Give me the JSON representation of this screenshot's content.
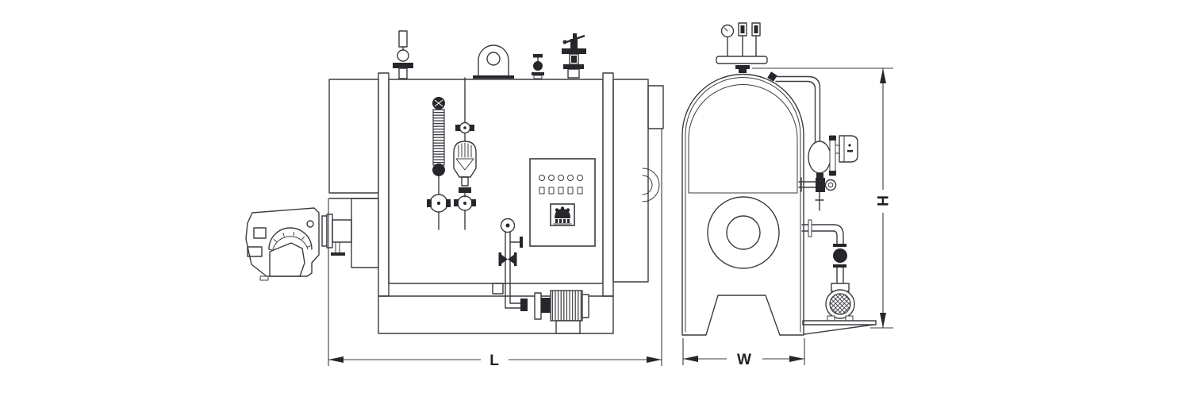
{
  "figure": {
    "type": "technical-line-drawing",
    "subject": "industrial steam boiler, two orthographic views",
    "views": {
      "side_view": "boiler side elevation with burner, water level gauge, control panel and feed pump",
      "front_view": "boiler front elevation with furnace opening, gauge manifold, float chamber and feed pump"
    },
    "dimensions": {
      "length_label": "L",
      "width_label": "W",
      "height_label": "H"
    },
    "colors": {
      "background": "#ffffff",
      "line": "#3b3c42",
      "dark_fill": "#26272b"
    }
  }
}
